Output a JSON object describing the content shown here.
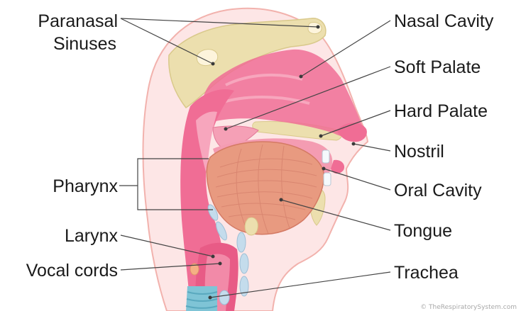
{
  "diagram": {
    "labels_left": {
      "paranasal_line1": "Paranasal",
      "paranasal_line2": "Sinuses",
      "pharynx": "Pharynx",
      "larynx": "Larynx",
      "vocal_cords": "Vocal cords"
    },
    "labels_right": {
      "nasal_cavity": "Nasal Cavity",
      "soft_palate": "Soft Palate",
      "hard_palate": "Hard Palate",
      "nostril": "Nostril",
      "oral_cavity": "Oral Cavity",
      "tongue": "Tongue",
      "trachea": "Trachea"
    },
    "credit": "© TheRespiratorySystem.com",
    "colors": {
      "skin": "#fde6e6",
      "skin_edge": "#f2b2ad",
      "bone": "#ecdfae",
      "bone_edge": "#d9c98b",
      "airway": "#f06d95",
      "airway_light": "#f7a6bd",
      "tongue": "#e89a80",
      "cartilage": "#c4dcec",
      "trachea": "#7fc4d6"
    }
  }
}
